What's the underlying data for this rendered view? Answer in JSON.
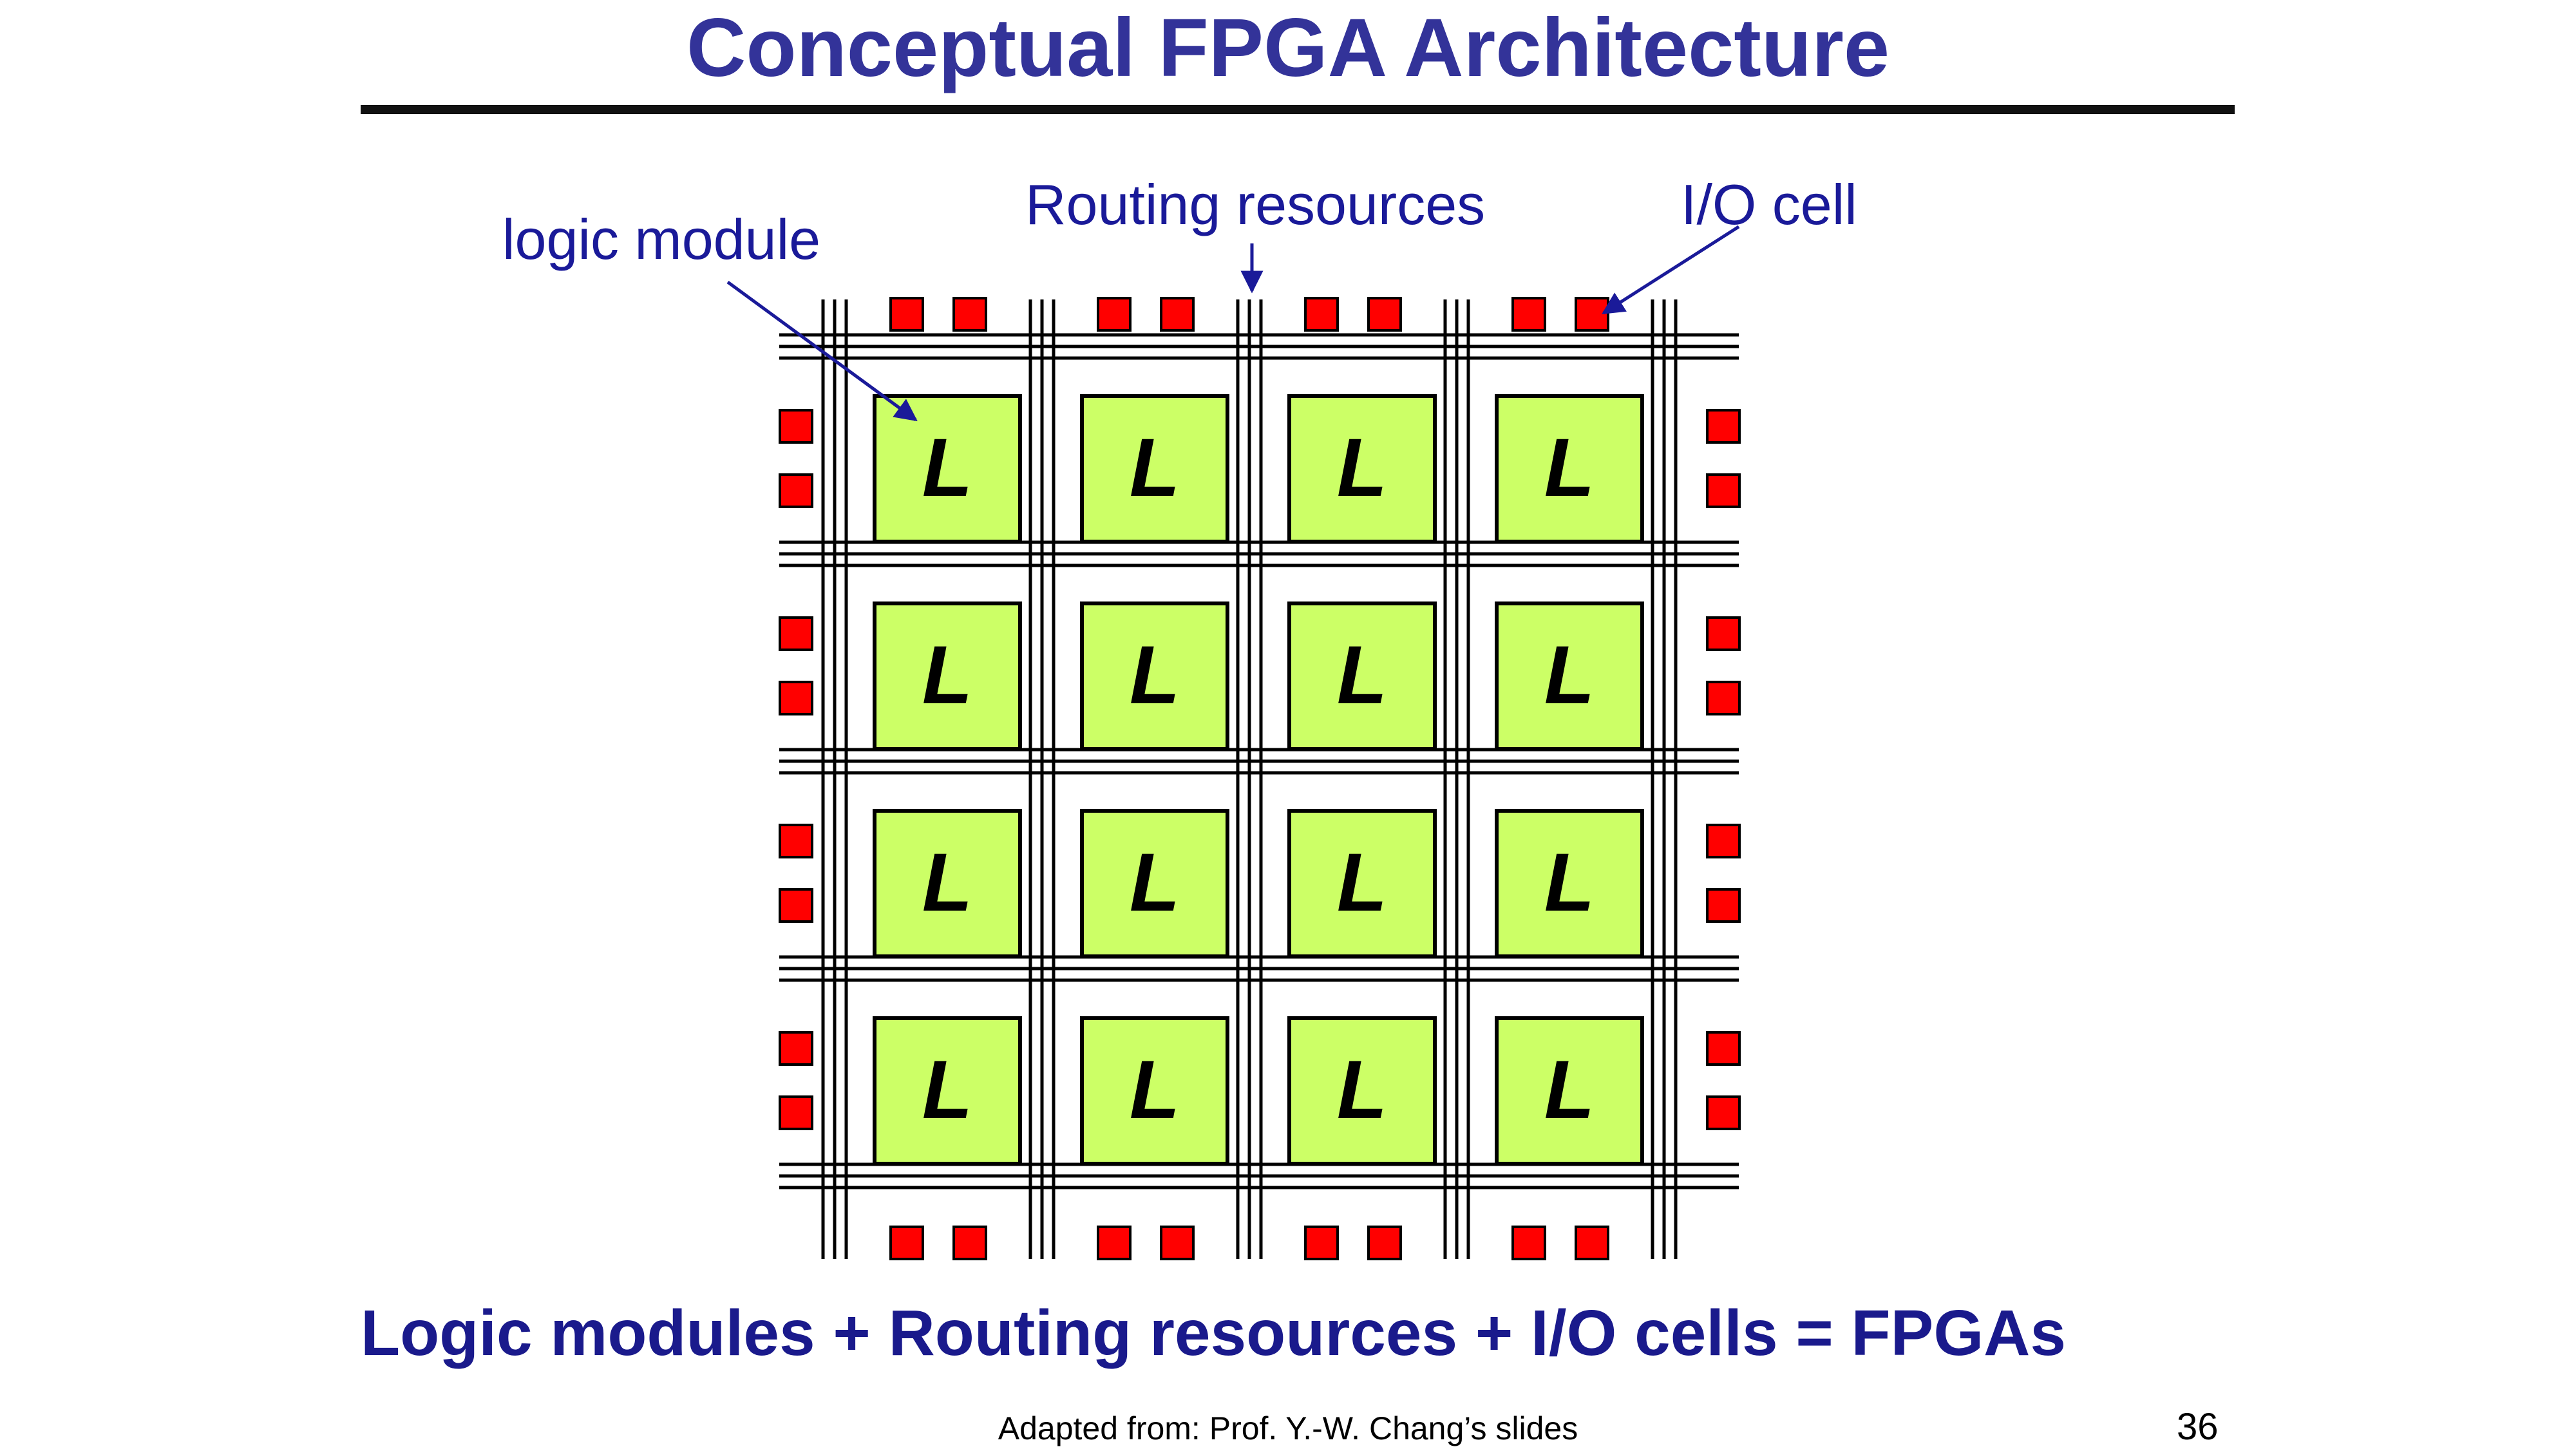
{
  "slide": {
    "title": "Conceptual FPGA Architecture",
    "labels": {
      "logic_module": "logic module",
      "routing_resources": "Routing resources",
      "io_cell": "I/O cell"
    },
    "diagram": {
      "rows": 4,
      "cols": 4,
      "logic_block_letter": "L",
      "io_cells_per_side_segment": 2,
      "colors": {
        "logic_block_fill": "#ccff66",
        "io_cell_fill": "#ff0000",
        "wire": "#000000",
        "annotation_arrow": "#1a1a99"
      }
    },
    "summary": "Logic modules + Routing resources + I/O cells = FPGAs",
    "footer": "Adapted from: Prof. Y.-W. Chang’s slides",
    "page_number": "36"
  },
  "colors": {
    "title": "#333399",
    "labels": "#1a1a99",
    "summary": "#1a1a8c"
  }
}
